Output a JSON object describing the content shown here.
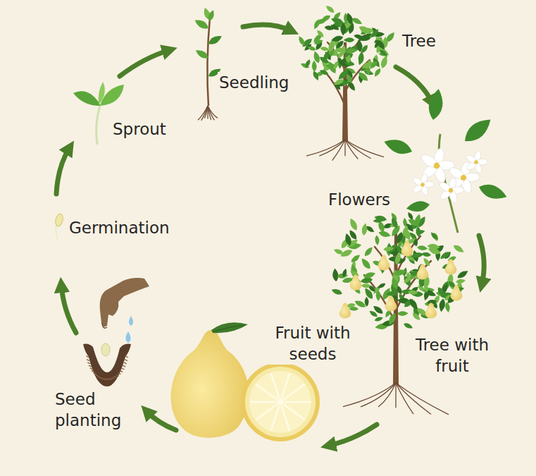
{
  "diagram": {
    "labels": [
      "Seedling",
      "Tree",
      "Sprout",
      "Flowers",
      "Germination",
      "Fruit with seeds",
      "Tree with fruit",
      "Seed planting"
    ]
  }
}
